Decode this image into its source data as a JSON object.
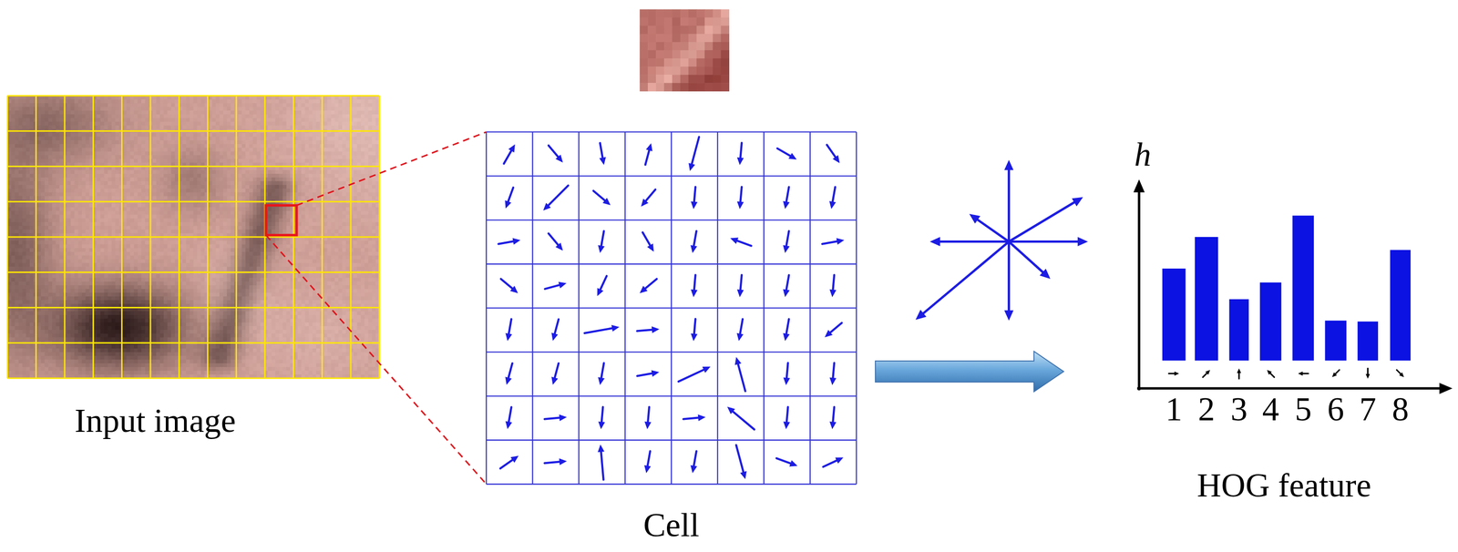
{
  "diagram": {
    "nodes": [
      {
        "text": [
          "Input image"
        ]
      },
      {
        "text": [
          "Cell"
        ]
      },
      {
        "text": [
          "HOG feature"
        ]
      }
    ],
    "edges": [
      {
        "from": 1,
        "to": 2,
        "arrow": "to"
      }
    ],
    "labels": [
      "h",
      "1",
      "2",
      "3",
      "4",
      "5",
      "6",
      "7",
      "8"
    ]
  }
}
